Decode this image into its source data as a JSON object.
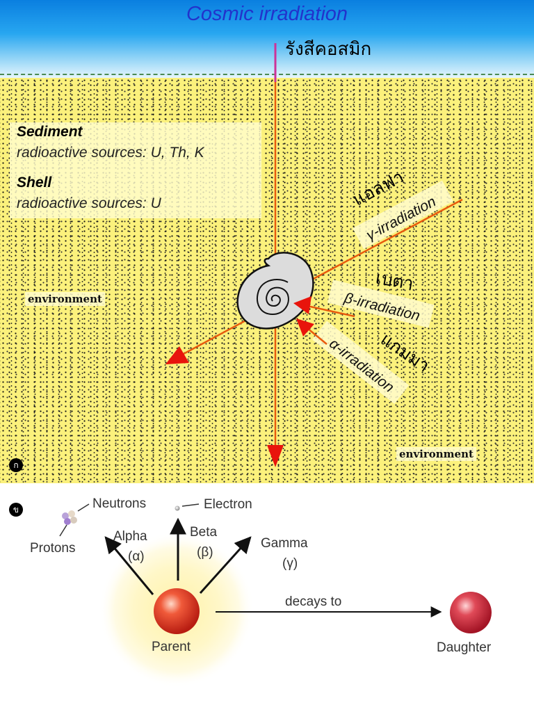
{
  "panel_a": {
    "badge": "ก",
    "sky_title": "Cosmic irradiation",
    "sky_title_thai": "รังสีคอสมิก",
    "sediment": {
      "heading": "Sediment",
      "sources": "radioactive sources: U, Th, K"
    },
    "shell": {
      "heading": "Shell",
      "sources": "radioactive sources: U"
    },
    "environment_left": "environment",
    "environment_right": "environment",
    "gamma": {
      "label": "γ-irradiation",
      "thai": "แอลฟา"
    },
    "beta": {
      "label": "β-irradiation",
      "thai": "เบตา"
    },
    "alpha": {
      "label": "α-irradiation",
      "thai": "แกมมา"
    },
    "colors": {
      "arrow": "#e8140c",
      "ray": "#ff6600",
      "cosmic_ray": "#cc3399",
      "sky_text": "#2233cc"
    }
  },
  "panel_b": {
    "badge": "ข",
    "neutrons": "Neutrons",
    "protons": "Protons",
    "electron": "Electron",
    "alpha": {
      "name": "Alpha",
      "symbol": "(α)"
    },
    "beta": {
      "name": "Beta",
      "symbol": "(β)"
    },
    "gamma": {
      "name": "Gamma",
      "symbol": "(γ)"
    },
    "decays_to": "decays to",
    "parent": "Parent",
    "daughter": "Daughter"
  }
}
